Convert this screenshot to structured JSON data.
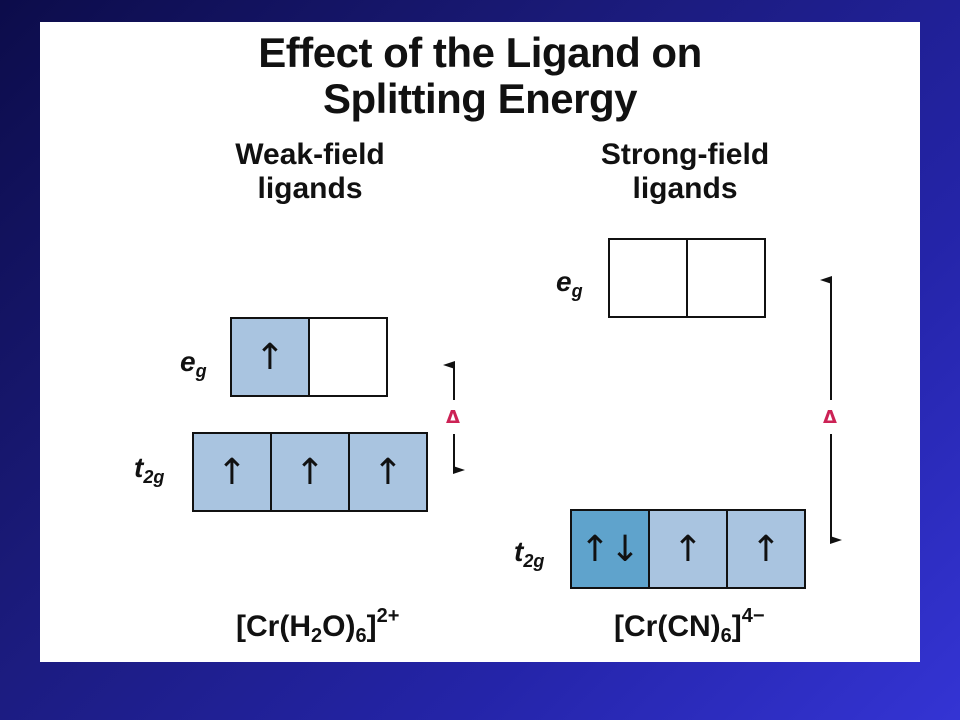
{
  "title": {
    "line1": "Effect of the Ligand on",
    "line2": "Splitting Energy"
  },
  "weak": {
    "heading_line1": "Weak-field",
    "heading_line2": "ligands",
    "eg_label": "e",
    "eg_sub": "g",
    "eg_boxes": [
      "↑",
      ""
    ],
    "t2g_label": "t",
    "t2g_sub": "2g",
    "t2g_boxes": [
      "↑",
      "↑",
      "↑"
    ],
    "delta": "Δ",
    "formula": {
      "a": "[Cr(H",
      "b": "2",
      "c": "O)",
      "d": "6",
      "e": "]",
      "charge": "2+"
    }
  },
  "strong": {
    "heading_line1": "Strong-field",
    "heading_line2": "ligands",
    "eg_label": "e",
    "eg_sub": "g",
    "eg_boxes": [
      "",
      ""
    ],
    "t2g_label": "t",
    "t2g_sub": "2g",
    "t2g_boxes": [
      "↑↓",
      "↑",
      "↑"
    ],
    "delta": "Δ",
    "formula": {
      "a": "[Cr(CN)",
      "b": "6",
      "c": "]",
      "charge": "4−"
    }
  },
  "colors": {
    "single_occupied": "#a9c4e0",
    "double_occupied": "#5fa3cc",
    "delta": "#cc2255",
    "background": "#1a1a78"
  }
}
